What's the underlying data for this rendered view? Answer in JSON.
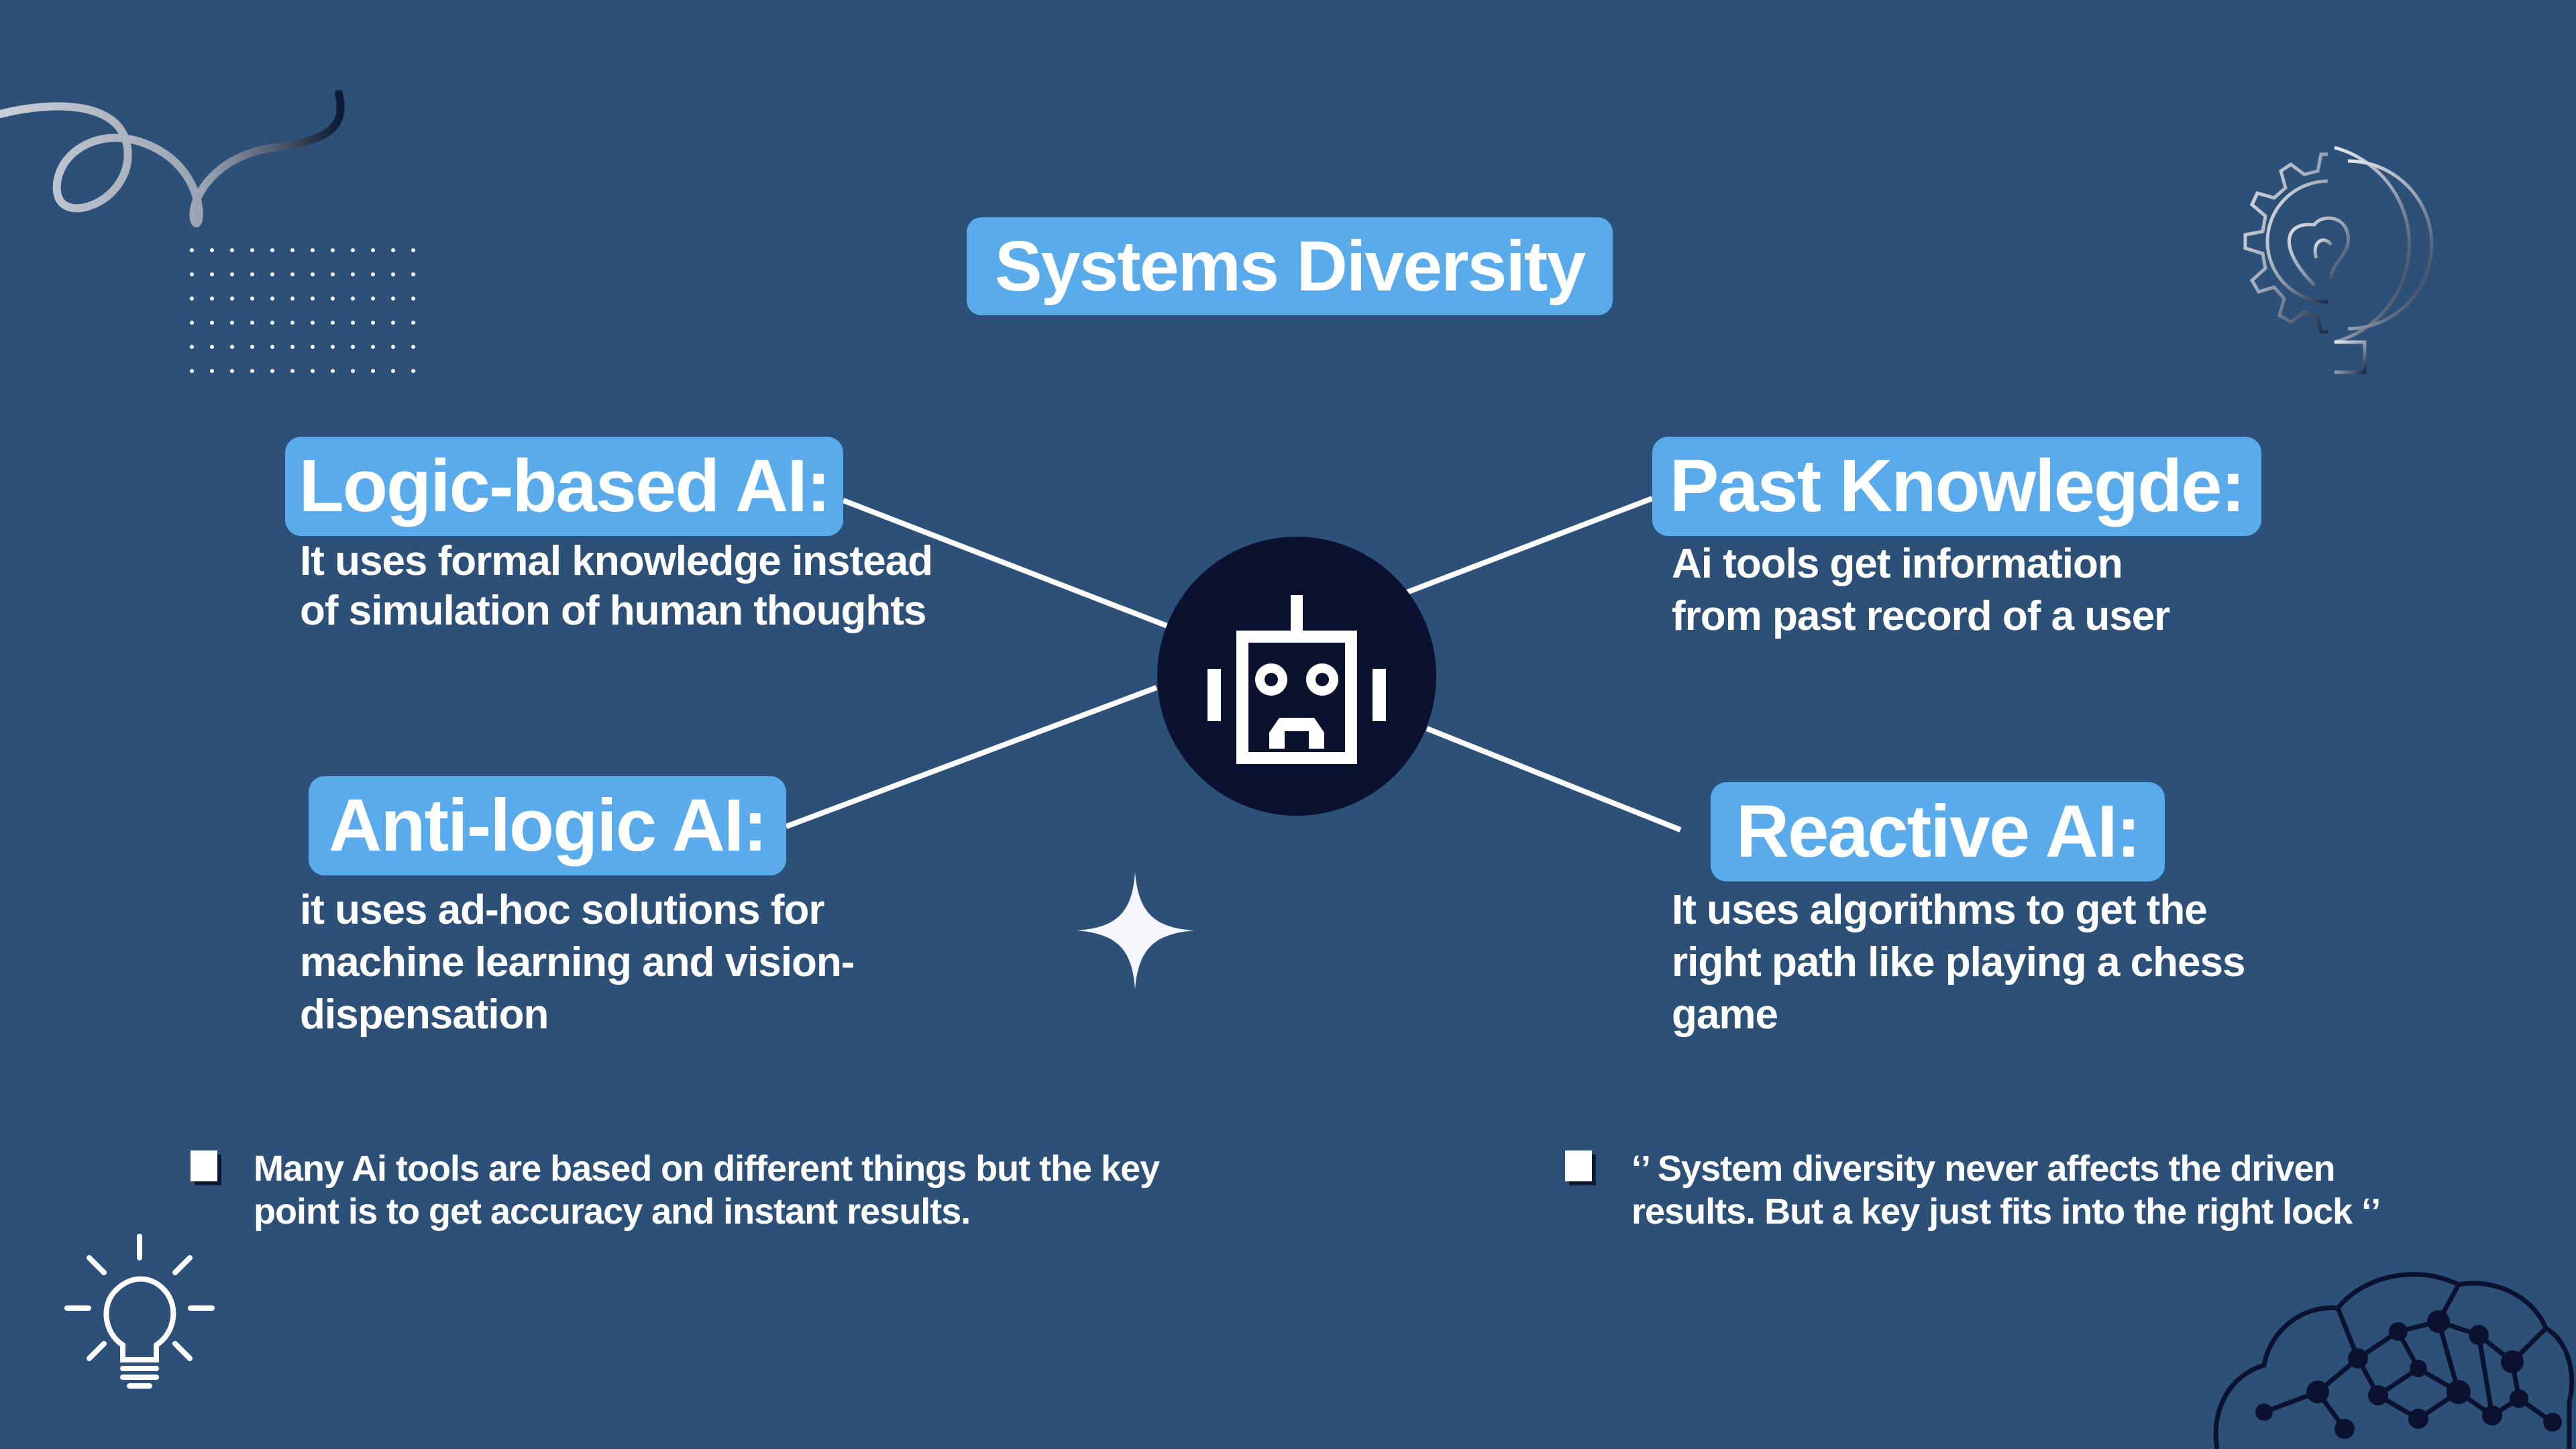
{
  "title": "Systems Diversity",
  "center_icon": "robot-icon",
  "branches": {
    "logic": {
      "label": "Logic-based AI:",
      "lines": [
        "It uses formal knowledge instead",
        "of simulation of human thoughts"
      ]
    },
    "past": {
      "label": "Past Knowlegde:",
      "lines": [
        "Ai tools get information",
        "from past record of a user"
      ]
    },
    "anti": {
      "label": "Anti-logic AI:",
      "lines": [
        "it uses ad-hoc solutions for",
        "machine learning and vision-",
        "dispensation"
      ]
    },
    "reactive": {
      "label": "Reactive AI:",
      "lines": [
        "It uses algorithms to get the",
        "right path like playing a chess",
        "game"
      ]
    }
  },
  "notes": {
    "left": [
      "Many Ai tools are based on different things but the key",
      "point is to get accuracy and instant results."
    ],
    "right": [
      "‘’ System diversity never affects the driven",
      "results. But a key just fits into the right lock ‘’"
    ]
  },
  "decorations": [
    "swirl-icon",
    "dot-grid",
    "gear-lightbulb-icon",
    "sparkle-icon",
    "lightbulb-icon",
    "brain-network-icon"
  ],
  "colors": {
    "background": "#2d5078",
    "pill": "#5aabeb",
    "robot_circle": "#0b1230",
    "text": "#ffffff"
  }
}
